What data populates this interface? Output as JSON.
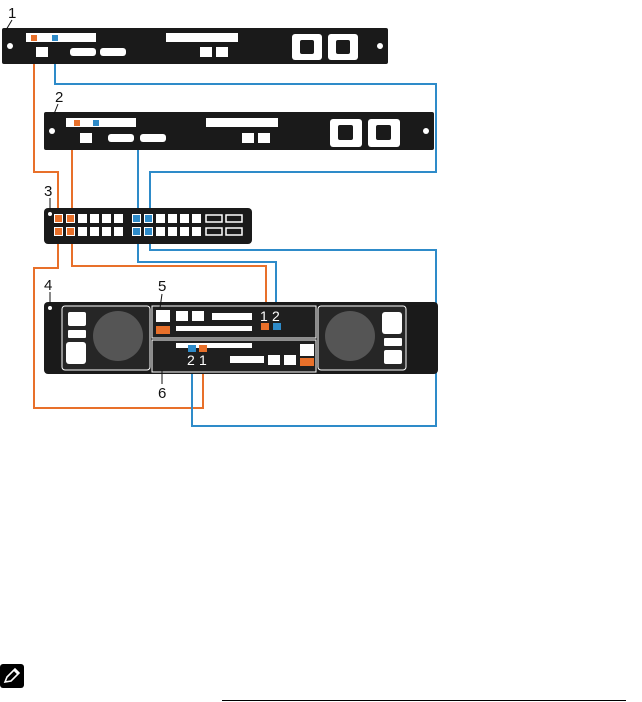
{
  "callouts": {
    "c1": "1",
    "c2": "2",
    "c3": "3",
    "c4": "4",
    "c5": "5",
    "c6": "6"
  },
  "ports": {
    "top_ctrl_1": "1",
    "top_ctrl_2": "2",
    "bottom_ctrl_2": "2",
    "bottom_ctrl_1": "1"
  },
  "colors": {
    "orange_cable": "#e8702a",
    "blue_cable": "#2e8bc9",
    "chassis": "#1a1a1a",
    "panel": "#ffffff"
  },
  "icons": {
    "note": "pencil-note-icon"
  }
}
